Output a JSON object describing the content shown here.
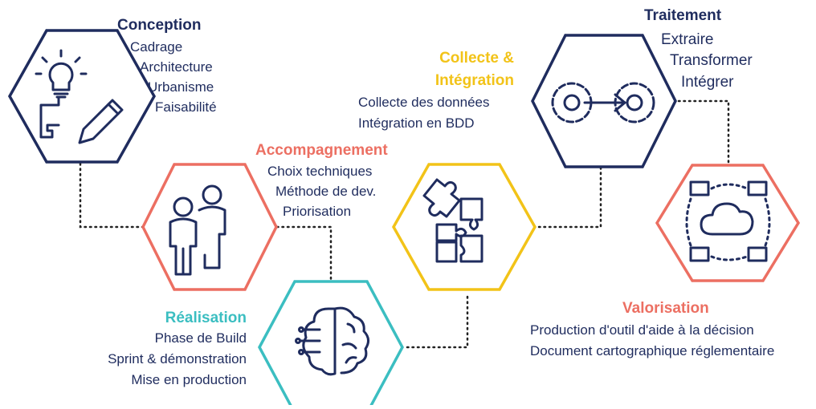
{
  "colors": {
    "navy": "#1f2c5e",
    "coral": "#ec6f62",
    "yellow": "#f2c318",
    "teal": "#3bbec1"
  },
  "stages": {
    "conception": {
      "title": "Conception",
      "items": [
        "Cadrage",
        "Architecture",
        "Urbanisme",
        "Faisabilité"
      ],
      "icon": "lightbulb-pencil-icon"
    },
    "accompagnement": {
      "title": "Accompagnement",
      "items": [
        "Choix techniques",
        "Méthode de dev.",
        "Priorisation"
      ],
      "icon": "people-icon"
    },
    "realisation": {
      "title": "Réalisation",
      "items": [
        "Phase de Build",
        "Sprint & démonstration",
        "Mise en production"
      ],
      "icon": "brain-circuit-icon"
    },
    "collecte": {
      "title_line1": "Collecte &",
      "title_line2": "Intégration",
      "items": [
        "Collecte des données",
        "Intégration en BDD"
      ],
      "icon": "puzzle-icon"
    },
    "traitement": {
      "title": "Traitement",
      "items": [
        "Extraire",
        "Transformer",
        "Intégrer"
      ],
      "icon": "gears-arrow-icon"
    },
    "valorisation": {
      "title": "Valorisation",
      "items": [
        "Production d'outil d'aide à la décision",
        "Document cartographique réglementaire"
      ],
      "icon": "cloud-network-icon"
    }
  }
}
